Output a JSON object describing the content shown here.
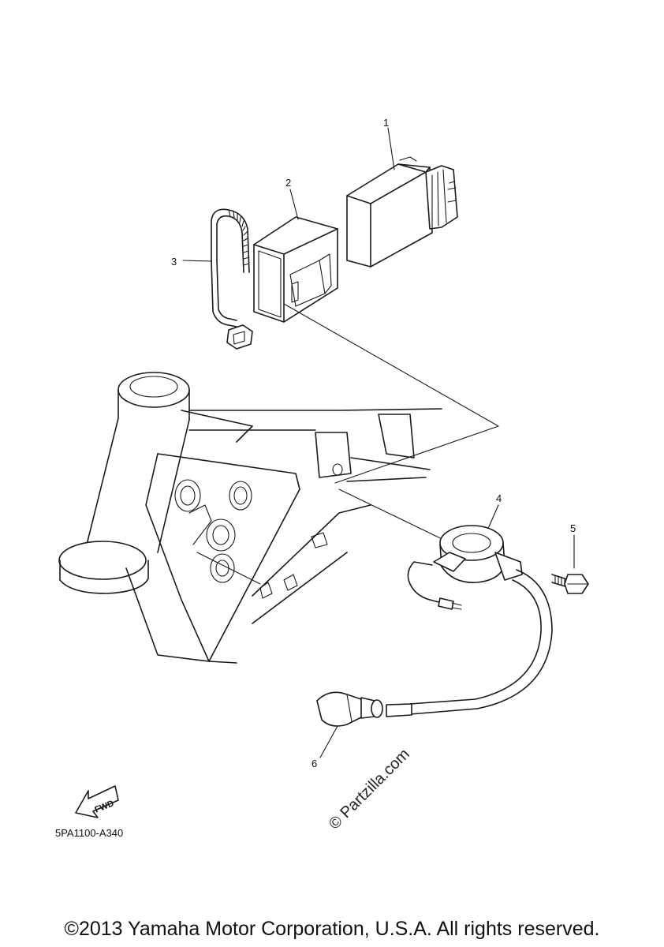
{
  "parts": [
    {
      "callout": "1",
      "icon": "cdi-unit-icon"
    },
    {
      "callout": "2",
      "icon": "rubber-boot-icon"
    },
    {
      "callout": "3",
      "icon": "cable-band-icon"
    },
    {
      "callout": "4",
      "icon": "ignition-coil-icon"
    },
    {
      "callout": "5",
      "icon": "bolt-icon"
    },
    {
      "callout": "6",
      "icon": "spark-plug-cap-icon"
    }
  ],
  "fwd_label": "FWD",
  "diagram_code": "5PA1100-A340",
  "watermark": "© Partzilla.com",
  "copyright": "©2013 Yamaha Motor Corporation, U.S.A. All rights reserved."
}
